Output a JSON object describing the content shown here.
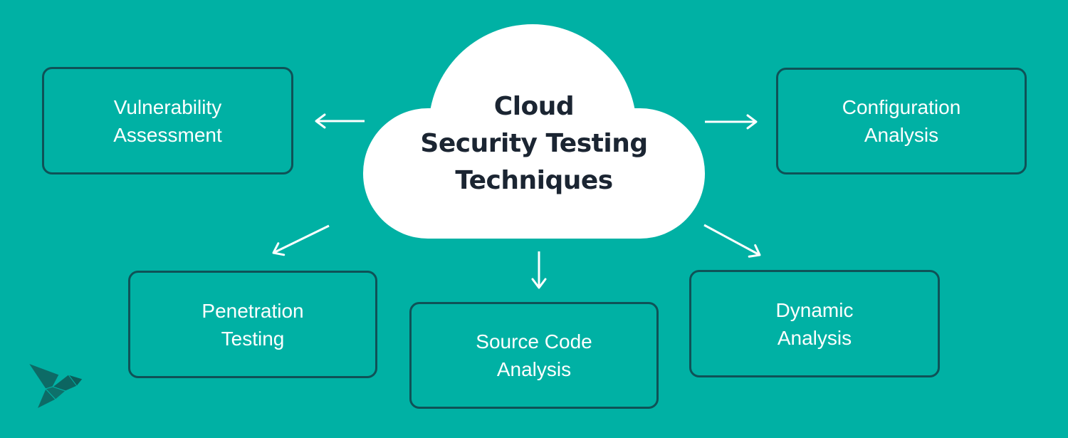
{
  "page": {
    "background_color": "#00b1a4"
  },
  "cloud": {
    "title_lines": [
      "Cloud",
      "Security Testing",
      "Techniques"
    ],
    "fill_color": "#ffffff",
    "text_color": "#1b2532"
  },
  "boxes": [
    {
      "id": "vulnerability-assessment",
      "lines": [
        "Vulnerability",
        "Assessment"
      ]
    },
    {
      "id": "configuration-analysis",
      "lines": [
        "Configuration",
        "Analysis"
      ]
    },
    {
      "id": "penetration-testing",
      "lines": [
        "Penetration",
        "Testing"
      ]
    },
    {
      "id": "source-code-analysis",
      "lines": [
        "Source Code",
        "Analysis"
      ]
    },
    {
      "id": "dynamic-analysis",
      "lines": [
        "Dynamic",
        "Analysis"
      ]
    }
  ],
  "arrows": [
    "arrow-left-to-vulnerability-assessment",
    "arrow-right-to-configuration-analysis",
    "arrow-down-left-to-penetration-testing",
    "arrow-down-to-source-code-analysis",
    "arrow-down-right-to-dynamic-analysis"
  ],
  "colors": {
    "box_border": "#0f5257",
    "box_text": "#ffffff",
    "arrow": "#ffffff",
    "logo": "#0d6b66"
  },
  "logo": {
    "name": "origami-bird"
  }
}
